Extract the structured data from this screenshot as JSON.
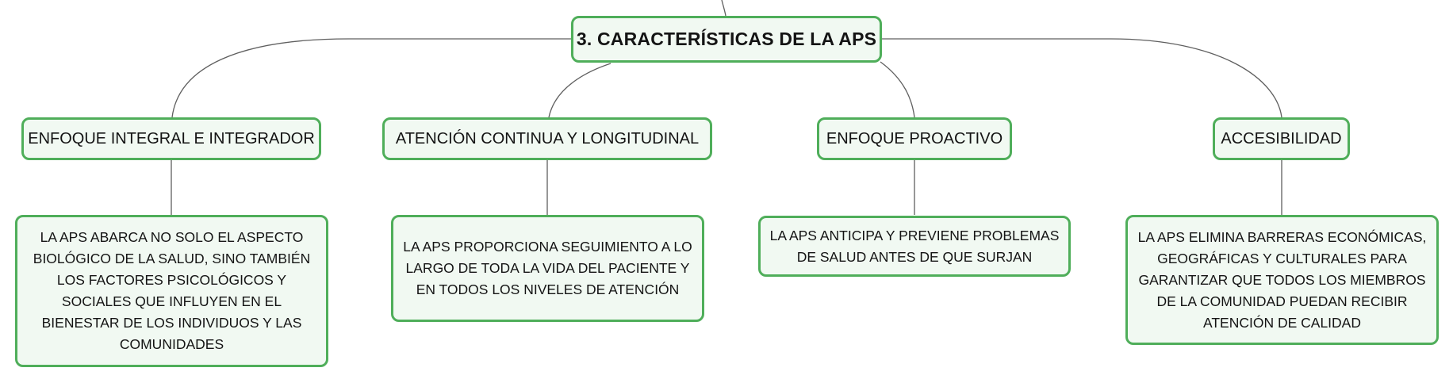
{
  "root": {
    "label": "3. CARACTERÍSTICAS DE LA APS"
  },
  "branches": [
    {
      "label": "ENFOQUE INTEGRAL E INTEGRADOR",
      "description": "LA APS ABARCA NO SOLO EL ASPECTO BIOLÓGICO DE LA SALUD, SINO TAMBIÉN LOS FACTORES PSICOLÓGICOS Y SOCIALES QUE INFLUYEN EN EL BIENESTAR DE LOS INDIVIDUOS Y LAS COMUNIDADES"
    },
    {
      "label": "ATENCIÓN CONTINUA Y LONGITUDINAL",
      "description": "LA APS PROPORCIONA SEGUIMIENTO A LO LARGO DE TODA LA VIDA DEL PACIENTE Y EN TODOS LOS NIVELES DE ATENCIÓN"
    },
    {
      "label": "ENFOQUE PROACTIVO",
      "description": "LA APS ANTICIPA Y PREVIENE PROBLEMAS DE SALUD ANTES DE QUE SURJAN"
    },
    {
      "label": "ACCESIBILIDAD",
      "description": "LA APS ELIMINA BARRERAS ECONÓMICAS, GEOGRÁFICAS Y CULTURALES PARA GARANTIZAR QUE TODOS LOS MIEMBROS DE LA COMUNIDAD PUEDAN RECIBIR ATENCIÓN DE CALIDAD"
    }
  ],
  "colors": {
    "node_border": "#4fae5a",
    "node_fill": "#f1f9f2",
    "connector": "#5f5f5f",
    "text": "#141414"
  }
}
